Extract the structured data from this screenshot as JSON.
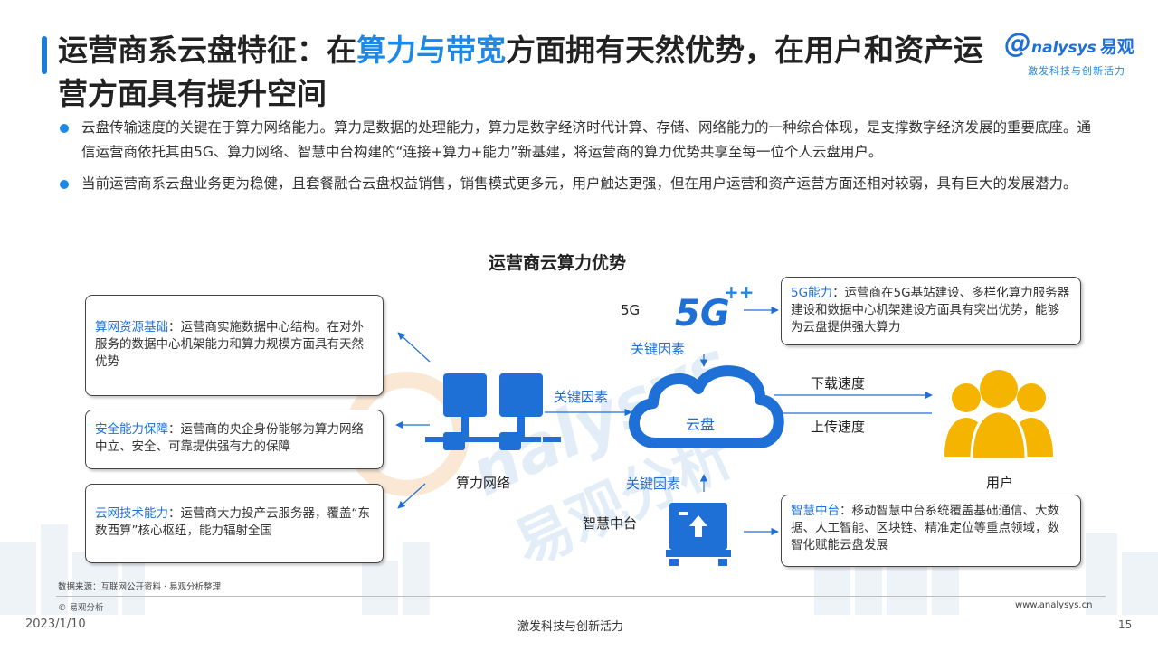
{
  "header": {
    "title_part1": "运营商系云盘特征：在",
    "title_highlight": "算力与带宽",
    "title_part2": "方面拥有天然优势，在用户和资产运营方面具有提升空间"
  },
  "logo": {
    "brand_text": "nalysys",
    "brand_cn": "易观",
    "slogan": "激发科技与创新活力"
  },
  "bullets": [
    "云盘传输速度的关键在于算力网络能力。算力是数据的处理能力，算力是数字经济时代计算、存储、网络能力的一种综合体现，是支撑数字经济发展的重要底座。通信运营商依托其由5G、算力网络、智慧中台构建的“连接+算力+能力”新基建，将运营商的算力优势共享至每一位个人云盘用户。",
    "当前运营商系云盘业务更为稳健，且套餐融合云盘权益销售，销售模式更多元，用户触达更强，但在用户运营和资产运营方面还相对较弱，具有巨大的发展潜力。"
  ],
  "diagram": {
    "title": "运营商云算力优势",
    "boxes": {
      "compute_resource": {
        "key": "算网资源基础",
        "text": "：运营商实施数据中心结构。在对外服务的数据中心机架能力和算力规模方面具有天然优势"
      },
      "security": {
        "key": "安全能力保障",
        "text": "：运营商的央企身份能够为算力网络中立、安全、可靠提供强有力的保障"
      },
      "cloud_tech": {
        "key": "云网技术能力",
        "text": "：运营商大力投产云服务器，覆盖“东数西算”核心枢纽，能力辐射全国"
      },
      "fiveg": {
        "key": "5G能力",
        "text": "：运营商在5G基站建设、多样化算力服务器建设和数据中心机架建设方面具有突出优势，能够为云盘提供强大算力"
      },
      "smart_platform": {
        "key": "智慧中台",
        "text": "：移动智慧中台系统覆盖基础通信、大数据、人工智能、区块链、精准定位等重点领域，数智化赋能云盘发展"
      }
    },
    "labels": {
      "fiveg": "5G",
      "fiveg_icon": "5G⁺⁺",
      "key_factor_top": "关键因素",
      "key_factor_left": "关键因素",
      "key_factor_bottom": "关键因素",
      "cloud": "云盘",
      "download": "下载速度",
      "upload": "上传速度",
      "user": "用户",
      "network": "算力网络",
      "platform": "智慧中台"
    },
    "icons": {
      "network": "network-nodes-icon",
      "cloud": "cloud-icon",
      "user": "users-group-icon",
      "platform": "server-box-icon",
      "fiveg": "5g-logo-icon"
    },
    "colors": {
      "blue": "#1e88e5",
      "dark_blue": "#1e6fd6",
      "orange": "#f5b400"
    }
  },
  "footer": {
    "source": "数据来源：互联网公开资料 · 易观分析整理",
    "copyright": "© 易观分析",
    "website": "www.analysys.cn",
    "date": "2023/1/10",
    "slogan": "激发科技与创新活力",
    "page": "15"
  }
}
